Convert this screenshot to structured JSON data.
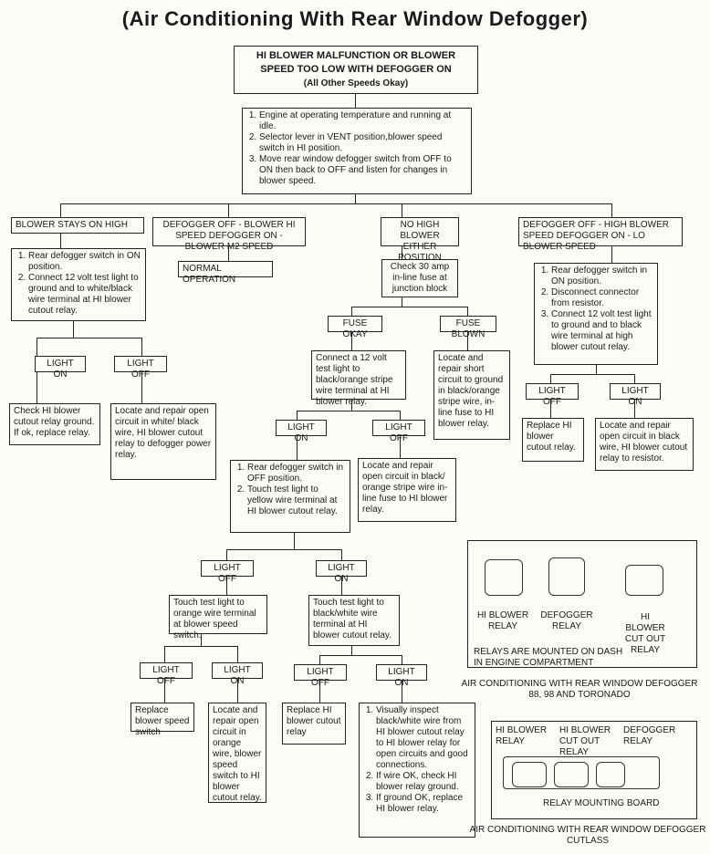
{
  "title": "(Air Conditioning With Rear Window Defogger)",
  "start": {
    "line1": "HI BLOWER MALFUNCTION  OR BLOWER",
    "line2": "SPEED TOO LOW WITH  DEFOGGER ON",
    "line3": "(All Other Speeds Okay)"
  },
  "steps1": [
    "Engine at operating temperature and running at idle.",
    "Selector lever in VENT position,blower speed switch in HI position.",
    "Move rear window defogger switch from OFF to ON then back to OFF and listen for changes in blower speed."
  ],
  "branches": {
    "stays_high": "BLOWER STAYS ON HIGH",
    "def_hi_m2": "DEFOGGER OFF - BLOWER HI SPEED DEFOGGER ON - BLOWER M2 SPEED",
    "no_high": "NO HIGH BLOWER EITHER POSITION",
    "def_hi_lo": "DEFOGGER OFF - HIGH BLOWER SPEED DEFOGGER ON - LO BLOWER SPEED"
  },
  "stays_steps": [
    "Rear defogger switch in ON position.",
    "Connect 12 volt test light to ground and to white/black wire terminal at HI blower cutout relay."
  ],
  "normal_op": "NORMAL OPERATION",
  "check_fuse": "Check 30 amp in-line fuse at junction block",
  "fuse_okay": "FUSE OKAY",
  "fuse_blown": "FUSE BLOWN",
  "fuse_blown_action": "Locate and repair short circuit to ground in black/orange stripe wire, in-line fuse to HI blower relay.",
  "connect_test": "Connect a 12 volt test light to black/orange stripe wire terminal at HI blower relay.",
  "light_on": "LIGHT ON",
  "light_off": "LIGHT OFF",
  "check_cutout_ground": "Check HI blower cutout relay ground. If ok, replace relay.",
  "repair_white_black": "Locate and repair open circuit in white/ black wire, HI blower cutout relay to defogger power relay.",
  "right_steps": [
    "Rear defogger switch in ON position.",
    "Disconnect connector from resistor.",
    "Connect 12 volt test light to ground and to black wire terminal at high blower cutout relay."
  ],
  "replace_hi_cutout": "Replace HI blower cutout relay.",
  "repair_black_resistor": "Locate and repair open circuit in black wire, HI blower cutout relay to resistor.",
  "repair_black_orange": "Locate and repair open circuit in black/ orange stripe wire in-line fuse to HI blower relay.",
  "mid_steps": [
    "Rear defogger switch in OFF position.",
    "Touch test light to yellow wire terminal at HI blower cutout relay."
  ],
  "touch_orange": "Touch test light to orange wire terminal at blower speed switch.",
  "touch_black_white": "Touch test light to black/white wire terminal at HI blower cutout relay.",
  "replace_speed_switch": "Replace blower speed switch",
  "repair_orange": "Locate and repair open circuit in orange wire, blower speed switch to HI blower cutout relay.",
  "replace_hi_blower_relay": "Replace HI blower cutout relay",
  "final_steps": [
    "Visually inspect black/white wire from HI blower cutout relay to HI blower relay for open circuits and good connections.",
    "If wire OK, check HI blower relay ground.",
    "If ground OK, replace HI blower relay."
  ],
  "inset1": {
    "hi_blower_relay": "HI BLOWER RELAY",
    "defogger_relay": "DEFOGGER RELAY",
    "hi_blower_cutout": "HI BLOWER CUT OUT RELAY",
    "note": "RELAYS ARE MOUNTED ON DASH IN ENGINE COMPARTMENT",
    "caption1": "AIR CONDITIONING WITH REAR WINDOW DEFOGGER",
    "caption2": "88, 98 AND TORONADO"
  },
  "inset2": {
    "hi_blower_relay": "HI BLOWER RELAY",
    "hi_blower_cutout": "HI BLOWER CUT OUT RELAY",
    "defogger_relay": "DEFOGGER RELAY",
    "board": "RELAY MOUNTING BOARD",
    "caption1": "AIR CONDITIONING WITH REAR WINDOW DEFOGGER",
    "caption2": "CUTLASS"
  }
}
